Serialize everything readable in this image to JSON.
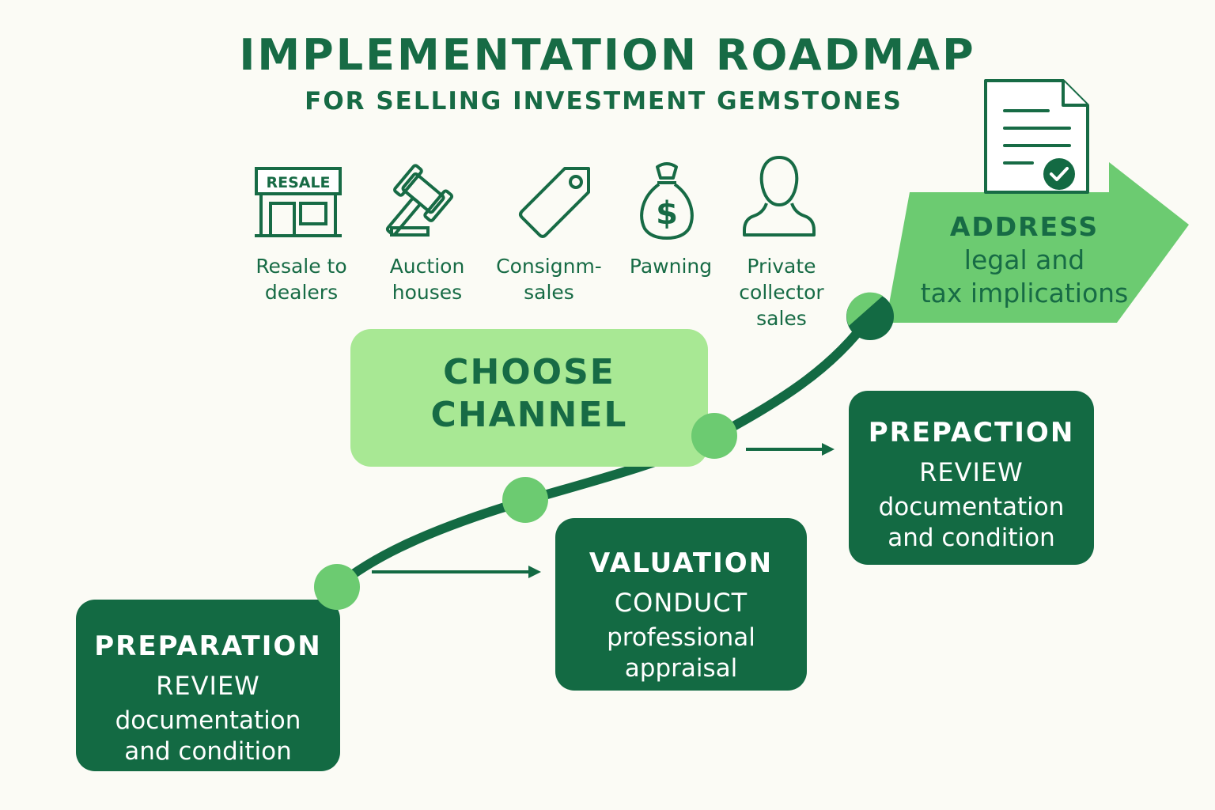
{
  "title": "IMPLEMENTATION ROADMAP",
  "subtitle": "FOR SELLING INVESTMENT GEMSTONES",
  "channels": [
    {
      "icon": "storefront-icon",
      "sign": "RESALE",
      "label_lines": [
        "Resale to",
        "dealers"
      ]
    },
    {
      "icon": "gavel-icon",
      "label_lines": [
        "Auction",
        "houses"
      ]
    },
    {
      "icon": "price-tag-icon",
      "label_lines": [
        "Consignm-",
        "sales"
      ]
    },
    {
      "icon": "money-bag-icon",
      "label_lines": [
        "Pawning"
      ]
    },
    {
      "icon": "person-icon",
      "label_lines": [
        "Private",
        "collector",
        "sales"
      ]
    }
  ],
  "choose_channel": {
    "lines": [
      "CHOOSE",
      "CHANNEL"
    ]
  },
  "steps": {
    "preparation": {
      "title": "PREPARATION",
      "sub": "REVIEW",
      "desc_lines": [
        "documentation",
        "and condition"
      ]
    },
    "valuation": {
      "title": "VALUATION",
      "sub": "CONDUCT",
      "desc_lines": [
        "professional",
        "appraisal"
      ]
    },
    "prepaction": {
      "title": "PREPACTION",
      "sub": "REVIEW",
      "desc_lines": [
        "documentation",
        "and condition"
      ]
    }
  },
  "address": {
    "title": "ADDRESS",
    "desc_lines": [
      "legal and",
      "tax implications"
    ]
  },
  "colors": {
    "dark_green": "#136a43",
    "text_green": "#176b45",
    "light_green": "#a8e894",
    "mid_green": "#6ccb71",
    "background": "#fbfbf5"
  }
}
